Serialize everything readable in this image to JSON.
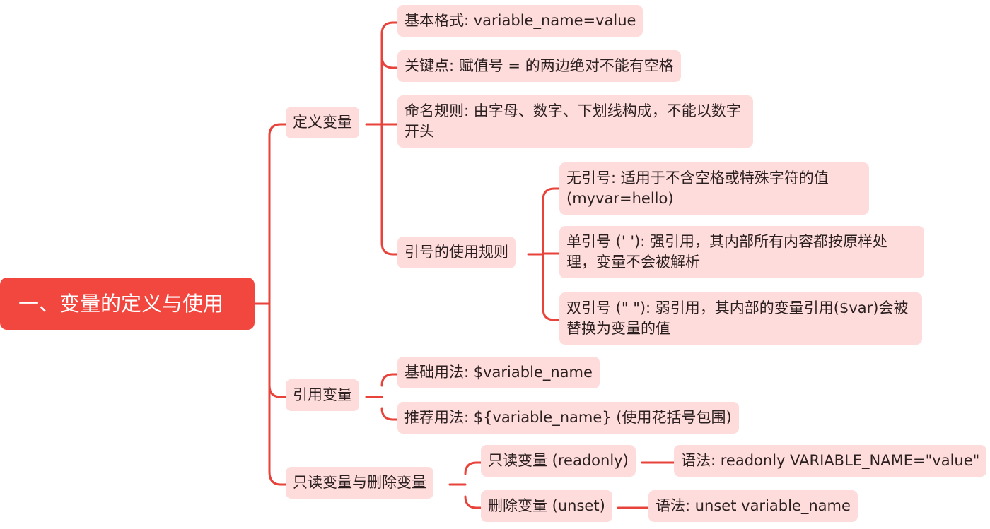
{
  "root": {
    "label": "一、变量的定义与使用"
  },
  "branches": {
    "define": {
      "label": "定义变量",
      "basic_format": "基本格式: variable_name=value",
      "key_point": "关键点: 赋值号 = 的两边绝对不能有空格",
      "naming_rules": "命名规则: 由字母、数字、下划线构成，不能以数字开头",
      "quote_rules": {
        "label": "引号的使用规则",
        "no_quote": "无引号: 适用于不含空格或特殊字符的值(myvar=hello)",
        "single_quote": "单引号 (' '): 强引用，其内部所有内容都按原样处理，变量不会被解析",
        "double_quote": "双引号 (\" \"): 弱引用，其内部的变量引用($var)会被替换为变量的值"
      }
    },
    "reference": {
      "label": "引用变量",
      "basic_usage": "基础用法: $variable_name",
      "recommended_usage": "推荐用法: ${variable_name} (使用花括号包围)"
    },
    "readonly_unset": {
      "label": "只读变量与删除变量",
      "readonly": {
        "label": "只读变量 (readonly)",
        "syntax": "语法: readonly VARIABLE_NAME=\"value\""
      },
      "unset": {
        "label": "删除变量 (unset)",
        "syntax": "语法: unset variable_name"
      }
    }
  },
  "colors": {
    "root": "#f1473f",
    "node": "#ffdcdc",
    "line": "#e8433b"
  }
}
